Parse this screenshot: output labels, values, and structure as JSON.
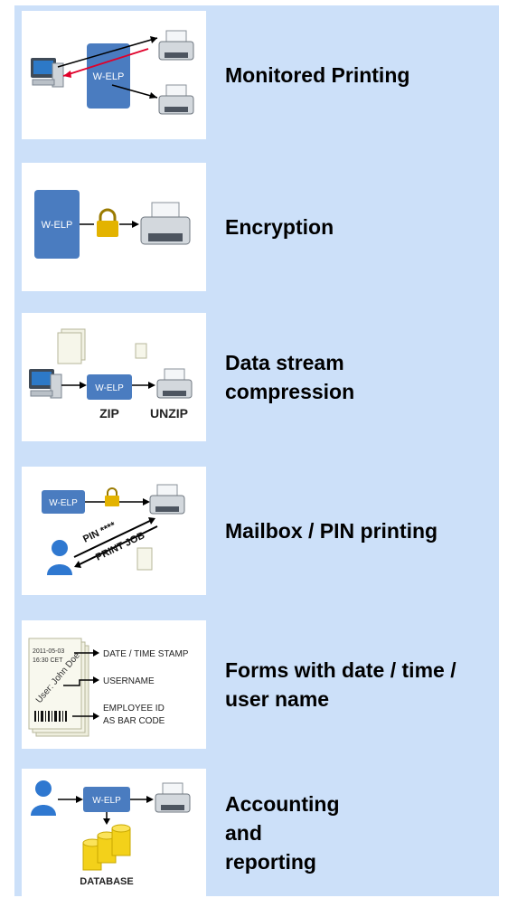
{
  "features": [
    {
      "label": "Monitored Printing",
      "icons": [
        "computer-icon",
        "wlep-box-icon",
        "printer-icon",
        "printer-icon"
      ],
      "box": "W-ELP"
    },
    {
      "label": "Encryption",
      "icons": [
        "wlep-box-icon",
        "padlock-icon",
        "printer-icon"
      ],
      "box": "W-ELP"
    },
    {
      "label": "Data stream\ncompression",
      "icons": [
        "document-stack-icon",
        "computer-icon",
        "wlep-box-icon",
        "printer-icon"
      ],
      "box": "W-ELP",
      "zip": "ZIP",
      "unzip": "UNZIP"
    },
    {
      "label": "Mailbox / PIN printing",
      "icons": [
        "wlep-box-icon",
        "padlock-icon",
        "printer-icon",
        "user-icon",
        "document-icon"
      ],
      "box": "W-ELP",
      "pin": "PIN ****",
      "print_job": "PRINT JOB"
    },
    {
      "label": "Forms with date / time /\nuser name",
      "icons": [
        "form-document-icon",
        "barcode-icon"
      ],
      "form_date": "2011-05-03",
      "form_time": "16:30 CET",
      "form_user": "User: John Doe",
      "date_stamp": "DATE / TIME STAMP",
      "username": "USERNAME",
      "employee_id_1": "EMPLOYEE ID",
      "employee_id_2": "AS BAR CODE"
    },
    {
      "label": "Accounting\nand\nreporting",
      "icons": [
        "user-icon",
        "wlep-box-icon",
        "printer-icon",
        "database-icon"
      ],
      "box": "W-ELP",
      "database": "DATABASE"
    }
  ],
  "colors": {
    "panel": "#cce0f9",
    "box": "#4a7cc0",
    "arrow_red": "#e0002a",
    "lock": "#e3b300",
    "db": "#f3d11a"
  }
}
